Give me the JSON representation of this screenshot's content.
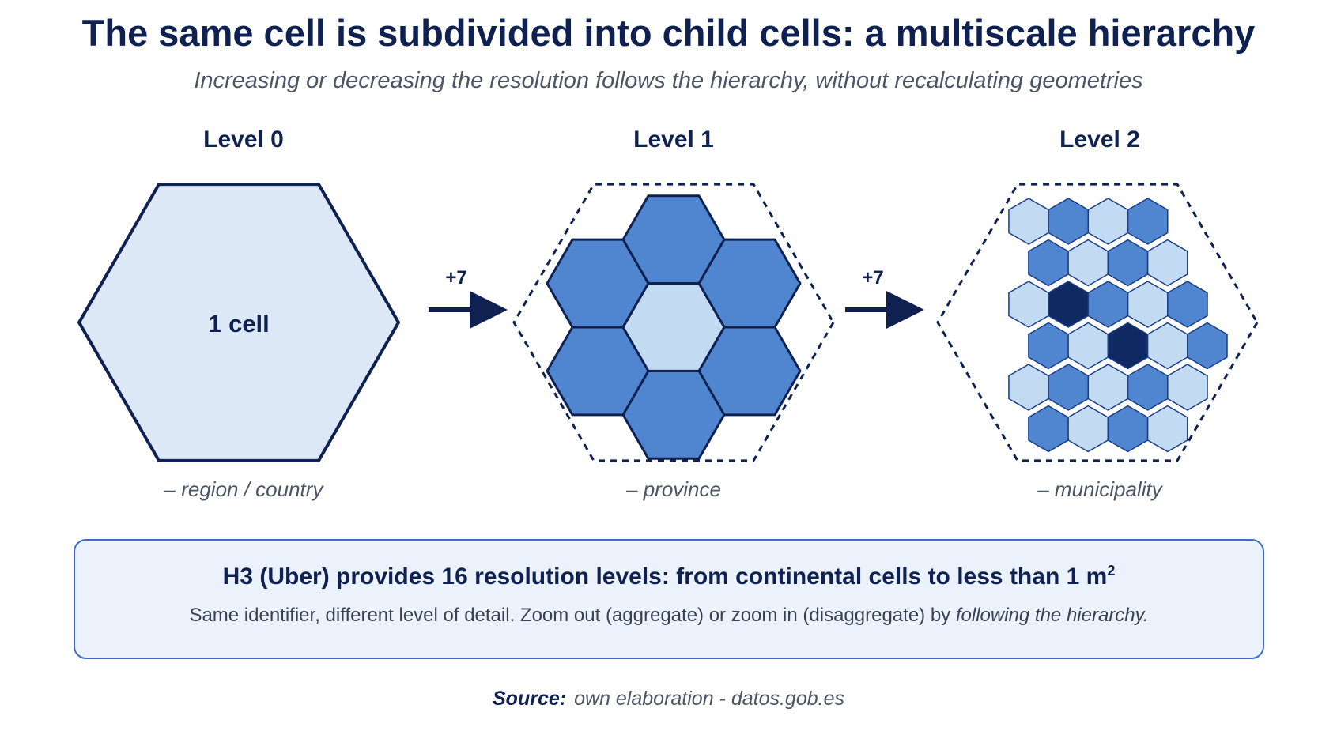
{
  "title": "The same cell is subdivided into child cells: a multiscale hierarchy",
  "subtitle": "Increasing or decreasing the resolution follows the hierarchy, without recalculating geometries",
  "levels": [
    {
      "label": "Level 0",
      "caption": "– region / country",
      "center_text": "1 cell"
    },
    {
      "label": "Level 1",
      "caption": "– province"
    },
    {
      "label": "Level 2",
      "caption": "– municipality"
    }
  ],
  "steps": [
    {
      "label": "+7"
    },
    {
      "label": "+7"
    }
  ],
  "info": {
    "heading": "H3 (Uber) provides 16 resolution levels: from continental cells to less than 1 m",
    "heading_sup": "2",
    "text_plain": "Same identifier, different level of detail. Zoom out (aggregate) or zoom in (disaggregate) by ",
    "text_italic": "following the hierarchy."
  },
  "source": {
    "key": "Source:",
    "value": "own elaboration - datos.gob.es"
  },
  "colors": {
    "navy": "#0f2150",
    "light_fill": "#dce8f6",
    "mid_blue": "#4f86cf",
    "pale_blue": "#c3daf3",
    "dark_navy": "#0f2a63",
    "box_border": "#3d6bc7"
  }
}
